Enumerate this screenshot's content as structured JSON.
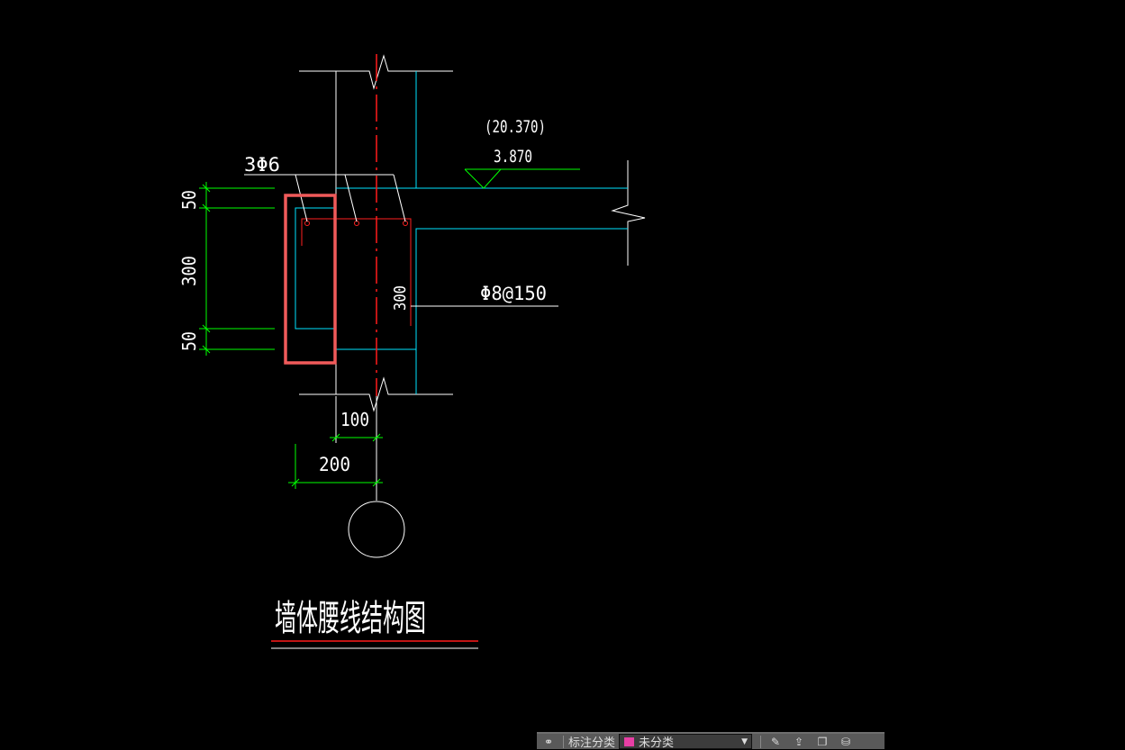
{
  "drawing": {
    "title": "墙体腰线结构图",
    "rebar_top": "3Φ6",
    "stirrup": "Φ8@150",
    "elevation_paren": "(20.370)",
    "elevation": "3.870",
    "dim_left": [
      "50",
      "300",
      "50"
    ],
    "dim_height": "300",
    "dim_100": "100",
    "dim_200": "200",
    "colors": {
      "wall": "#ffffff",
      "concrete": "#00ffff",
      "rebar": "#ff0000",
      "dimension": "#00ff00",
      "highlight": "#f05a5a"
    }
  },
  "toolbar": {
    "layer_label": "标注分类",
    "layer_value": "未分类",
    "layer_color": "#e83fa5",
    "icons": [
      "layers-icon",
      "edit-icon",
      "export-icon",
      "copy-icon",
      "database-icon"
    ]
  }
}
